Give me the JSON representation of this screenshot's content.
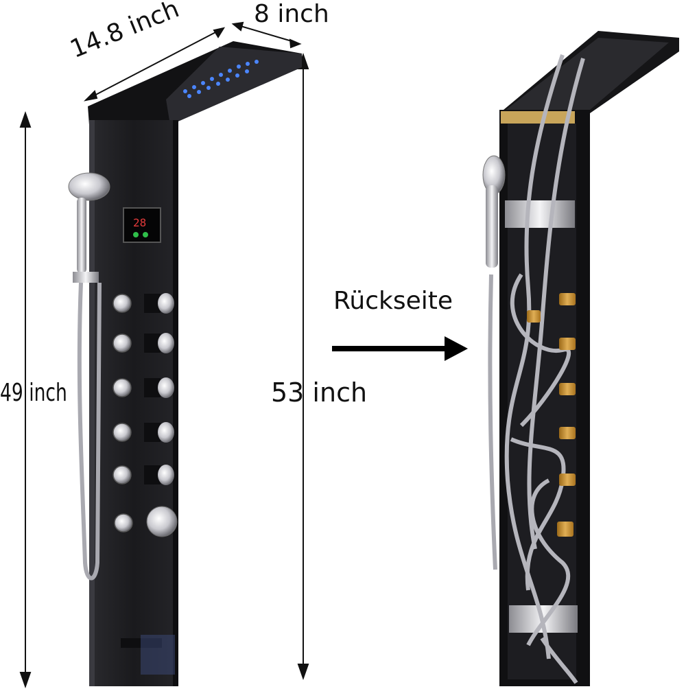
{
  "labels": {
    "width": "14.8 inch",
    "depth": "8 inch",
    "height_left": "49 inch",
    "height_right": "53 inch",
    "back_side": "Rückseite"
  },
  "colors": {
    "panel": "#1c1c1f",
    "panel_edge": "#2e2e33",
    "led": "#3f7bff",
    "chrome": "#d9d9de",
    "brass": "#c8922e",
    "hose": "#b9b9bf",
    "arrow": "#000000"
  },
  "icons": {
    "arrow": "right-arrow-icon",
    "display": "temperature-display-icon"
  }
}
